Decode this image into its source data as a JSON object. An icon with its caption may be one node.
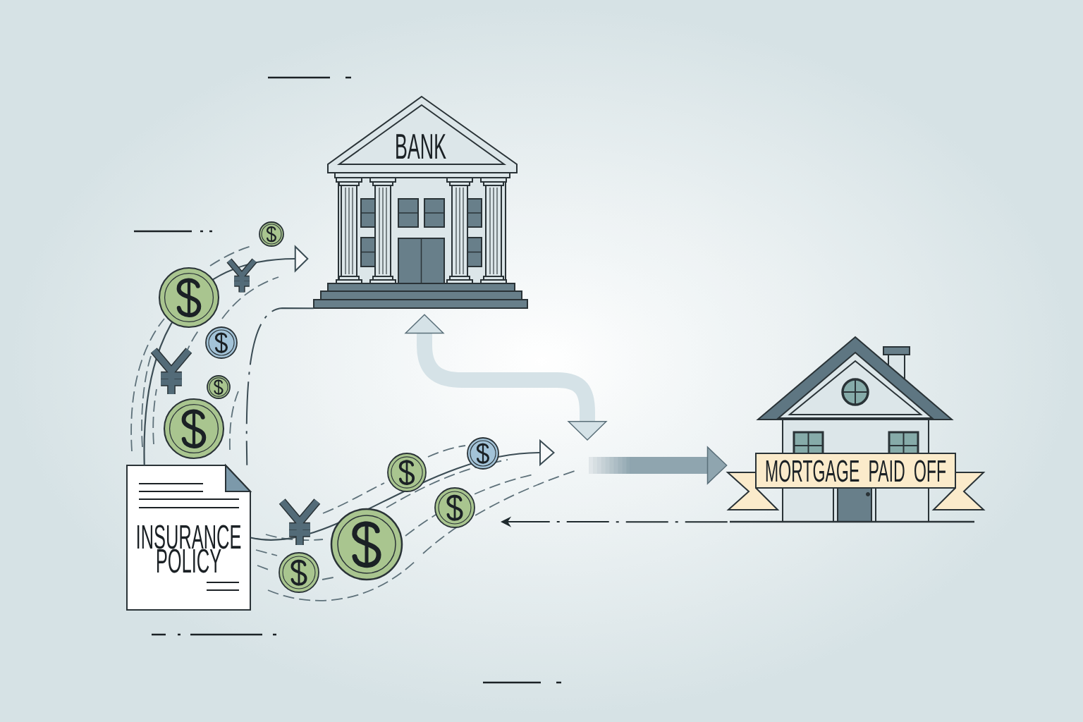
{
  "diagram": {
    "nodes": [
      {
        "text": [
          "BANK"
        ]
      },
      {
        "text": [
          "INSURANCE POLICY"
        ]
      },
      {
        "text": [
          "MORTGAGE PAID OFF"
        ]
      }
    ],
    "edges": [
      {
        "from": 1,
        "to": 0,
        "arrow": "to"
      },
      {
        "from": 0,
        "to": 1,
        "arrow": "none",
        "style": "dashed"
      },
      {
        "from": 1,
        "to": null,
        "arrow": "to"
      },
      {
        "from": 0,
        "to": null,
        "arrow": "both",
        "style": "thick",
        "color": "#d5e2e7"
      },
      {
        "from": null,
        "to": 2,
        "arrow": "to",
        "style": "thick",
        "color": "#8fa5af"
      },
      {
        "from": 2,
        "to": null,
        "arrow": "to",
        "style": "dashed",
        "color": "#1f2a2e"
      }
    ]
  }
}
